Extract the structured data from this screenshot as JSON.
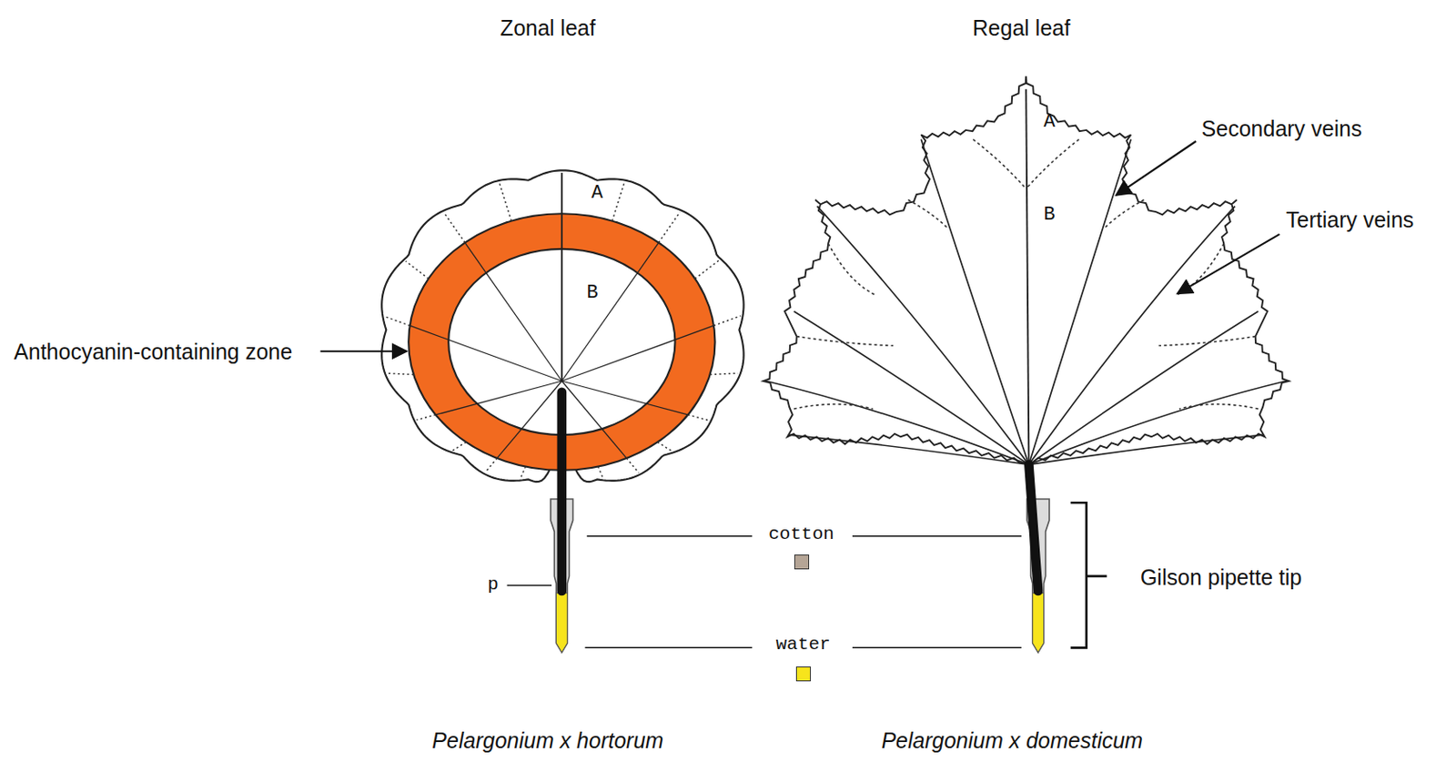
{
  "diagram": {
    "labels": [
      "Zonal leaf",
      "Regal leaf",
      "Anthocyanin-containing zone",
      "A",
      "B",
      "A",
      "B",
      "Secondary veins",
      "Tertiary veins",
      "p",
      "Gilson pipette tip",
      "Pelargonium x hortorum",
      "Pelargonium x domesticum"
    ],
    "legend": [
      {
        "text": "cotton",
        "color": "#b5a596"
      },
      {
        "text": "water",
        "color": "#f7e41c"
      }
    ]
  }
}
